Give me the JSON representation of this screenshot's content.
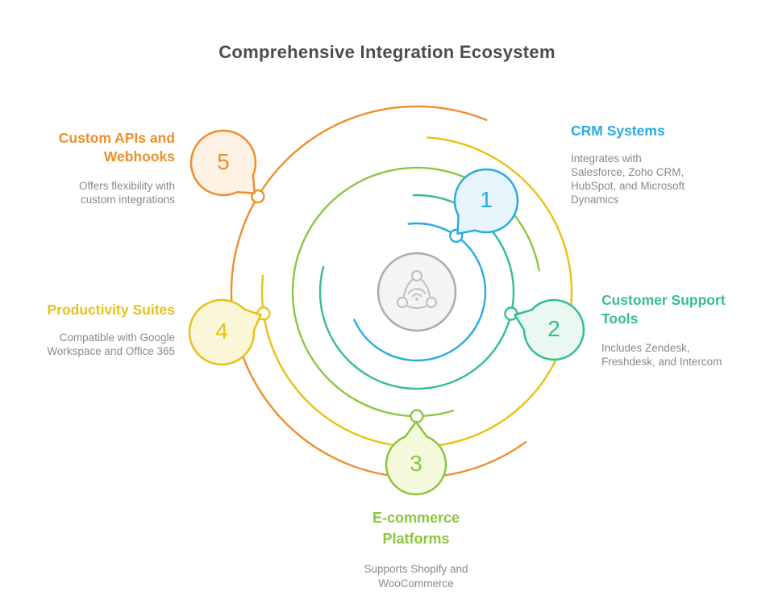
{
  "title": "Comprehensive Integration Ecosystem",
  "colors": {
    "title_text": "#4C4C4E",
    "description_text": "#87898B",
    "hub_fill": "#F4F4F5",
    "hub_stroke": "#A9ABAE",
    "hub_icon_stroke": "#BDBFC1",
    "background": "#FFFFFF"
  },
  "hub": {
    "icon": "network-share-icon"
  },
  "items": [
    {
      "number": "1",
      "label": "CRM Systems",
      "label_lines": [
        "CRM Systems"
      ],
      "description": "Integrates with Salesforce, Zoho CRM, HubSpot, and Microsoft Dynamics",
      "description_lines": [
        "Integrates with",
        "Salesforce, Zoho CRM,",
        "HubSpot, and Microsoft",
        "Dynamics"
      ],
      "color": "#29ABE2",
      "fill": "#E7F5FC"
    },
    {
      "number": "2",
      "label": "Customer Support Tools",
      "label_lines": [
        "Customer Support",
        "Tools"
      ],
      "description": "Includes Zendesk, Freshdesk, and Intercom",
      "description_lines": [
        "Includes Zendesk,",
        "Freshdesk, and Intercom"
      ],
      "color": "#36BF8A",
      "fill": "#E9F8F0"
    },
    {
      "number": "3",
      "label": "E-commerce Platforms",
      "label_lines": [
        "E-commerce",
        "Platforms"
      ],
      "description": "Supports Shopify and WooCommerce",
      "description_lines": [
        "Supports Shopify and",
        "WooCommerce"
      ],
      "color": "#8CC63F",
      "fill": "#F4FADB"
    },
    {
      "number": "4",
      "label": "Productivity Suites",
      "label_lines": [
        "Productivity Suites"
      ],
      "description": "Compatible with Google Workspace and Office 365",
      "description_lines": [
        "Compatible with Google",
        "Workspace and Office 365"
      ],
      "color": "#E6C215",
      "fill": "#FCF6D8"
    },
    {
      "number": "5",
      "label": "Custom APIs and Webhooks",
      "label_lines": [
        "Custom APIs and",
        "Webhooks"
      ],
      "description": "Offers flexibility with custom integrations",
      "description_lines": [
        "Offers flexibility with",
        "custom integrations"
      ],
      "color": "#EE8F2D",
      "fill": "#FDF2E4"
    }
  ]
}
